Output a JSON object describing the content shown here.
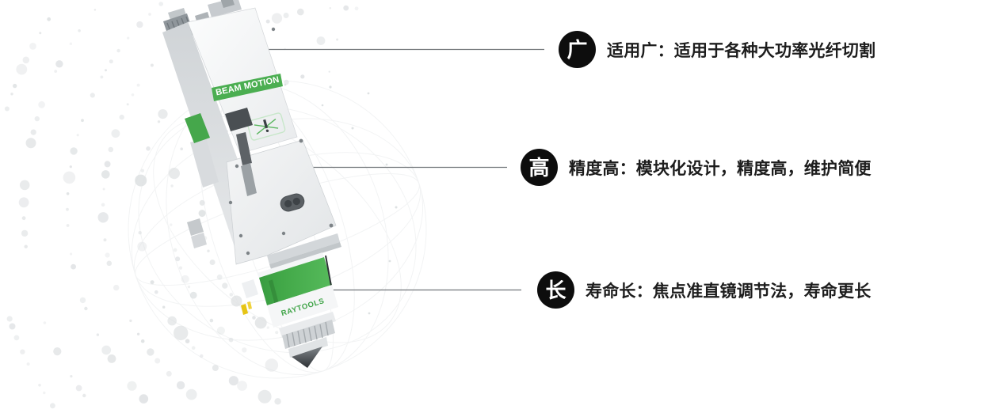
{
  "product": {
    "band_text": "BEAM MOTION",
    "brand_label": "RAYTOOLS"
  },
  "features": [
    {
      "key": "广",
      "text": "适用广：适用于各种大功率光纤切割"
    },
    {
      "key": "高",
      "text": "精度高：模块化设计，精度高，维护简便"
    },
    {
      "key": "长",
      "text": "寿命长：焦点准直镜调节法，寿命更长"
    }
  ],
  "colors": {
    "accent_green": "#4bae51",
    "badge_black": "#0d0d0d",
    "text_dark": "#1d1d1d",
    "leader_line": "#72767a"
  }
}
